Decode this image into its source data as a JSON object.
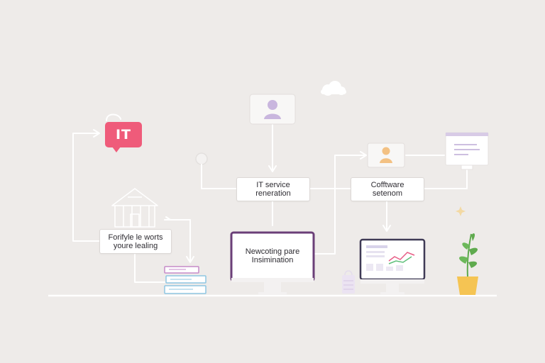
{
  "badge": {
    "text": "IT"
  },
  "nodes": {
    "left_box": {
      "line1": "Forifyle le worts",
      "line2": "youre lealing"
    },
    "center_box": {
      "line1": "IT service",
      "line2": "reneration"
    },
    "right_box": {
      "line1": "Cofftware",
      "line2": "setenom"
    },
    "center_monitor": {
      "line1": "Newcoting pare",
      "line2": "Insimination"
    }
  },
  "colors": {
    "background": "#eeebe9",
    "accent_pink": "#ef5b7a",
    "accent_purple": "#6b3f78",
    "avatar_lilac": "#c9b6de",
    "avatar_orange": "#f3c183",
    "plant_green": "#5faa4e",
    "pot_yellow": "#f5c453",
    "connector": "#ffffff"
  },
  "icons": [
    "cloud-icon",
    "user-avatar-icon",
    "house-icon",
    "person-icon",
    "sparkle-icon",
    "plant-icon",
    "shopping-bag-icon",
    "book-stack-icon",
    "laptop-monitor-icon"
  ]
}
